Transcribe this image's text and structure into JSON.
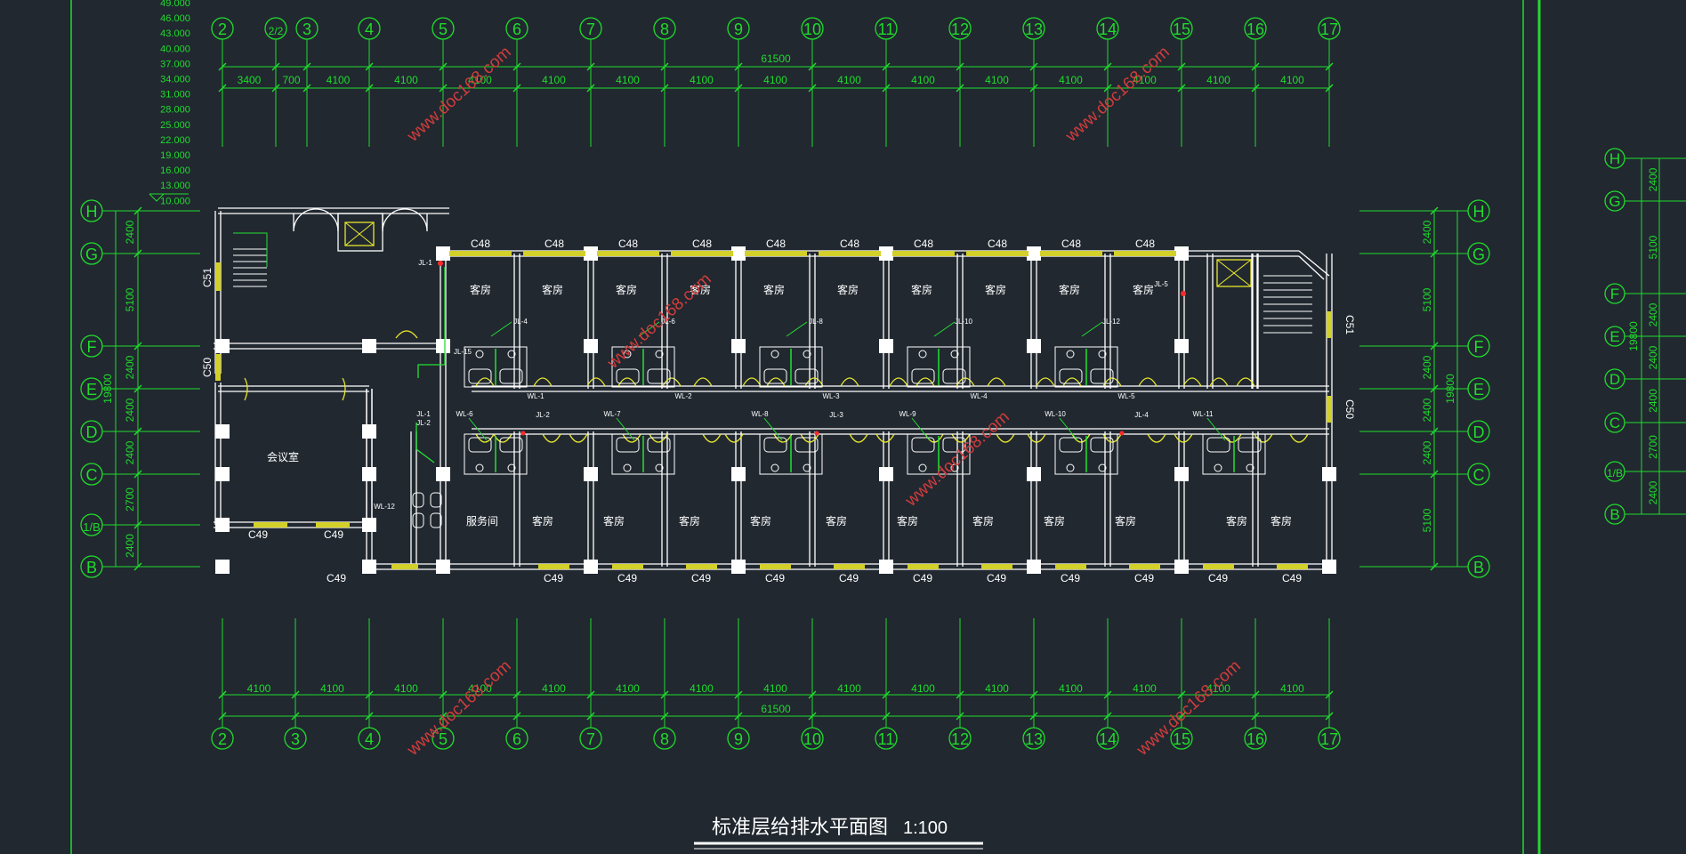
{
  "drawing": {
    "title": "标准层给排水平面图",
    "scale": "1:100",
    "watermark": "www.doc168.com"
  },
  "colors": {
    "background": "#212830",
    "axis": "#1fdc2c",
    "dimension": "#1fdc2c",
    "wall": "#ffffff",
    "door": "#e8e82c",
    "window": "#d4d02a",
    "watermark": "#d23c3c",
    "pipe": "#23e033",
    "riser": "#ff2a2a"
  },
  "elevations": [
    "49.000",
    "46.000",
    "43.000",
    "40.000",
    "37.000",
    "34.000",
    "31.000",
    "28.000",
    "25.000",
    "22.000",
    "19.000",
    "16.000",
    "13.000",
    "10.000"
  ],
  "grid": {
    "columns": [
      "2",
      "2/2",
      "3",
      "4",
      "5",
      "6",
      "7",
      "8",
      "9",
      "10",
      "11",
      "12",
      "13",
      "14",
      "15",
      "16",
      "17"
    ],
    "columns_bottom": [
      "2",
      "3",
      "4",
      "5",
      "6",
      "7",
      "8",
      "9",
      "10",
      "11",
      "12",
      "13",
      "14",
      "15",
      "16",
      "17"
    ],
    "rows_left": [
      "H",
      "G",
      "F",
      "E",
      "D",
      "C",
      "1/B",
      "B"
    ],
    "rows_right": [
      "H",
      "G",
      "F",
      "E",
      "D",
      "C",
      "B"
    ],
    "rows_far_right": [
      "H",
      "G",
      "F",
      "E",
      "D",
      "C",
      "1/B",
      "B"
    ]
  },
  "dimensions": {
    "top_total": "61500",
    "top_segments": [
      "3400",
      "700",
      "4100",
      "4100",
      "4100",
      "4100",
      "4100",
      "4100",
      "4100",
      "4100",
      "4100",
      "4100",
      "4100",
      "4100",
      "4100",
      "4100"
    ],
    "bottom_total": "61500",
    "bottom_segments": [
      "4100",
      "4100",
      "4100",
      "4100",
      "4100",
      "4100",
      "4100",
      "4100",
      "4100",
      "4100",
      "4100",
      "4100",
      "4100",
      "4100",
      "4100"
    ],
    "left_total": "19800",
    "left_segments": [
      "2400",
      "5100",
      "2400",
      "2400",
      "2400",
      "2700",
      "2400"
    ],
    "right_total": "19800",
    "right_segments": [
      "2400",
      "5100",
      "2400",
      "2400",
      "2400",
      "5100"
    ],
    "far_right_total": "19800",
    "far_right_segments": [
      "2400",
      "5100",
      "2400",
      "2400",
      "2400",
      "2700",
      "2400"
    ]
  },
  "rooms": {
    "guest_room": "客房",
    "meeting_room": "会议室",
    "service_room": "服务间"
  },
  "windows": {
    "c48": "C48",
    "c49": "C49",
    "c50": "C50",
    "c51": "C51"
  },
  "pipes": {
    "upper": [
      "JL-4",
      "JL-6",
      "JL-8",
      "JL-10",
      "JL-12"
    ],
    "upper_w": [
      "WL-1",
      "WL-2",
      "WL-3",
      "WL-4",
      "WL-5"
    ],
    "lower": [
      "WL-6",
      "WL-7",
      "WL-8",
      "WL-9",
      "WL-10",
      "WL-11"
    ],
    "lower_j": [
      "JL-2",
      "JL-3",
      "JL-4"
    ],
    "risers": [
      "JL-1",
      "JL-15",
      "JL-5",
      "WL-12",
      "JL-1",
      "JL-2"
    ]
  }
}
